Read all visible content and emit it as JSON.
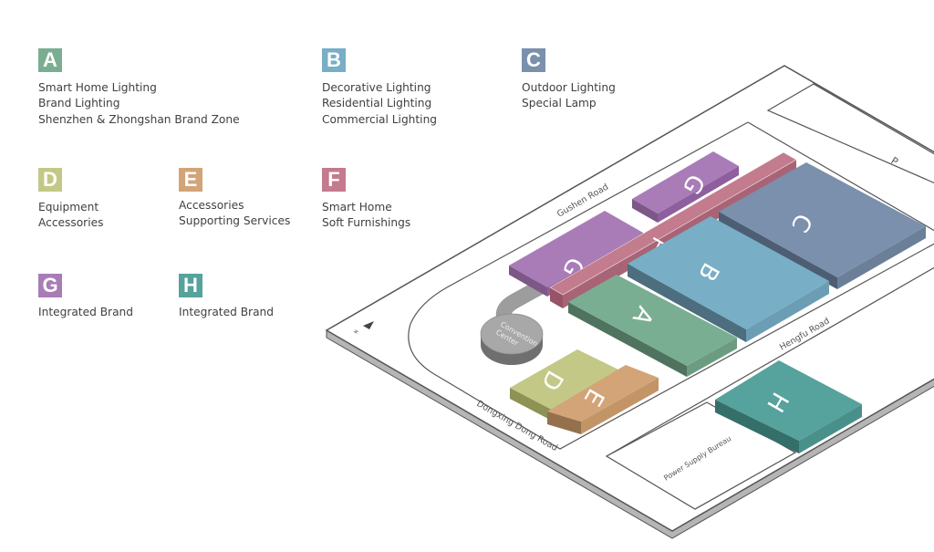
{
  "legend": [
    {
      "code": "A",
      "color": "#7aae92",
      "lines": [
        "Smart Home Lighting",
        "Brand Lighting",
        "Shenzhen & Zhongshan Brand Zone"
      ]
    },
    {
      "code": "B",
      "color": "#78aec6",
      "lines": [
        "Decorative Lighting",
        "Residential Lighting",
        "Commercial Lighting"
      ]
    },
    {
      "code": "C",
      "color": "#7a90ac",
      "lines": [
        "Outdoor Lighting",
        "Special Lamp"
      ]
    },
    {
      "code": "D",
      "color": "#c3c887",
      "lines": [
        "Equipment",
        "Accessories"
      ]
    },
    {
      "code": "E",
      "color": "#d2a478",
      "lines": [
        "Accessories",
        "Supporting Services"
      ]
    },
    {
      "code": "F",
      "color": "#c37b8e",
      "lines": [
        "Smart Home",
        "Soft Furnishings"
      ]
    },
    {
      "code": "G",
      "color": "#a97cb8",
      "lines": [
        "Integrated Brand"
      ]
    },
    {
      "code": "H",
      "color": "#56a29c",
      "lines": [
        "Integrated Brand"
      ]
    }
  ],
  "map": {
    "roads": {
      "north": "Gushen Road",
      "east": "Hengfu Road",
      "south": "Dongxing Dong Road"
    },
    "convention_center": [
      "Convention",
      "Center"
    ],
    "power_supply": "Power Supply Bureau",
    "parking": "P",
    "compass": "N",
    "blocks": {
      "A": "A",
      "B": "B",
      "C": "C",
      "D": "D",
      "E": "E",
      "F": "F",
      "G1": "G",
      "G2": "G",
      "H": "H"
    }
  }
}
